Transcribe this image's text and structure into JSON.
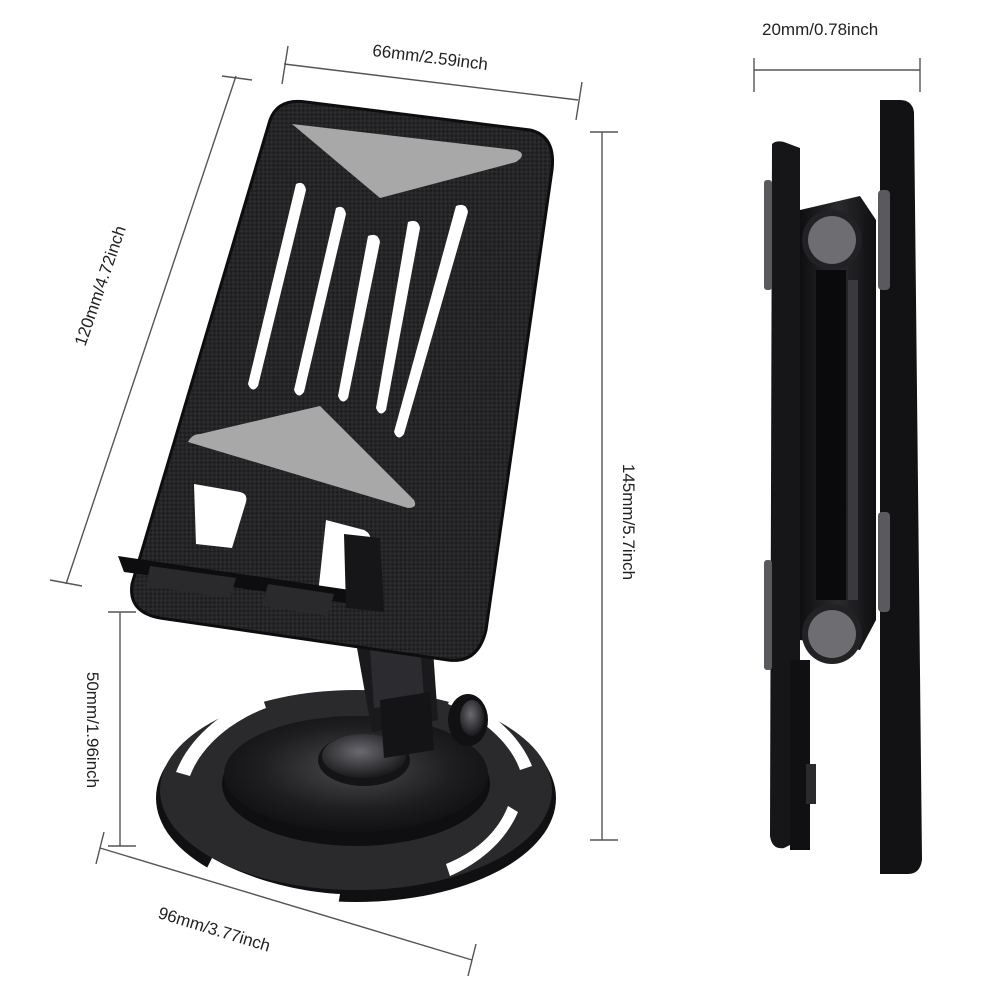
{
  "dimensions": {
    "top_width": "66mm/2.59inch",
    "depth": "20mm/0.78inch",
    "plate_height": "120mm/4.72inch",
    "total_height": "145mm/5.7inch",
    "base_height": "50mm/1.96inch",
    "base_diameter": "96mm/3.77inch"
  },
  "colors": {
    "line": "#555555",
    "body": "#1b1b1d",
    "pad": "#a8a8a8",
    "metal": "#2a2a2c"
  }
}
